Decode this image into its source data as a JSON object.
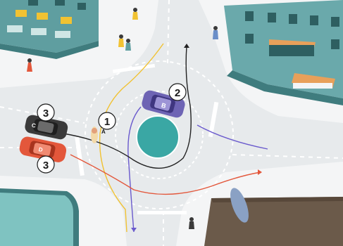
{
  "markers": {
    "m1": "1",
    "m2": "2",
    "m3a": "3",
    "m3b": "3"
  },
  "vehicles": {
    "car_b": "B",
    "car_c": "C",
    "car_d": "D",
    "cyclist_a": "A"
  },
  "colors": {
    "road": "#e7eaec",
    "sidewalk": "#f6f7f8",
    "grass": "#3aa7a4",
    "building_teal": "#5f9ea0",
    "water": "#7fc3c1",
    "car_b": "#6e64b4",
    "car_c": "#3a3a3a",
    "car_d": "#e3573b",
    "path_yellow": "#f1c232",
    "path_purple": "#6a5acd",
    "path_red": "#e3573b",
    "path_black": "#222222"
  },
  "icons": [
    "bicycle-icon",
    "car-icon",
    "pedestrian-icon",
    "awning-icon"
  ]
}
